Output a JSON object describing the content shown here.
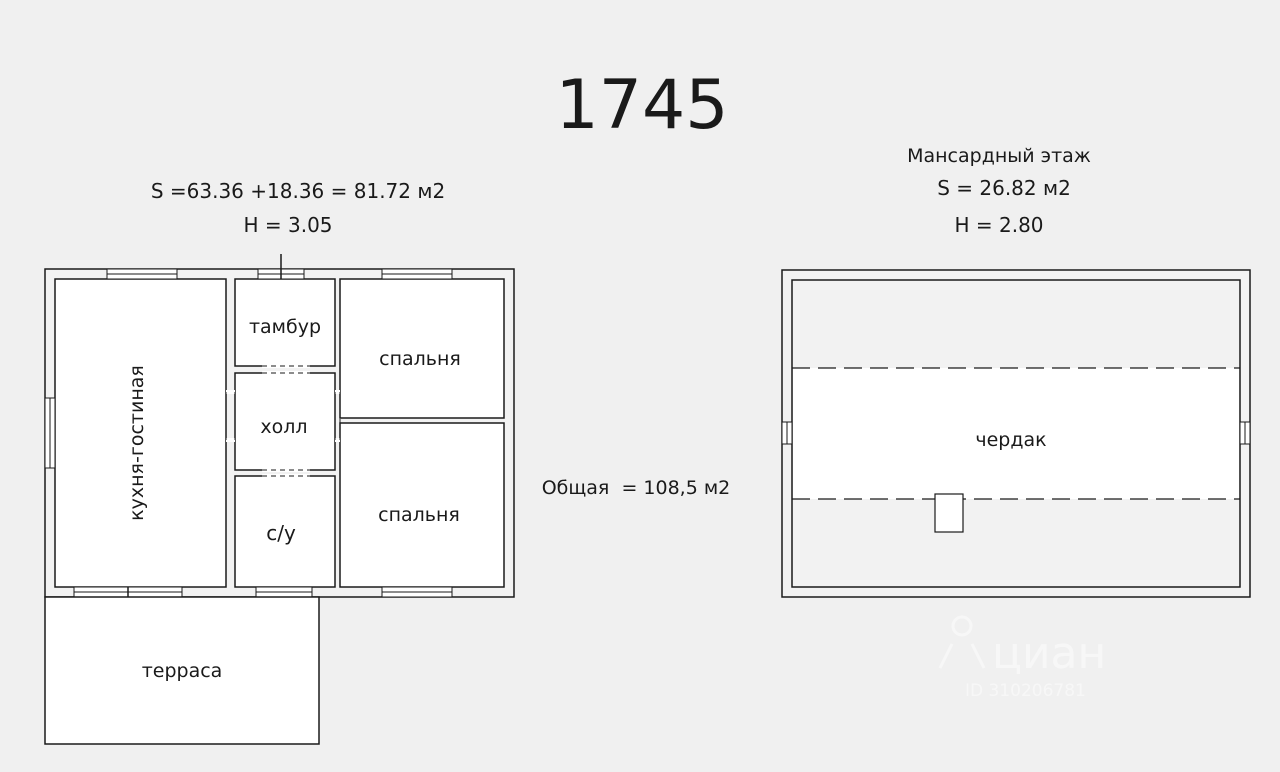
{
  "title": "1745",
  "ground_floor": {
    "area": "S =63.36 +18.36 = 81.72 м2",
    "height": "H = 3.05",
    "rooms": {
      "living": "кухня-гостиная",
      "vestibule": "тамбур",
      "hall": "холл",
      "bathroom": "с/у",
      "bedroom_1": "спальня",
      "bedroom_2": "спальня",
      "terrace": "терраса"
    }
  },
  "total": "Общая  = 108,5 м2",
  "attic_floor": {
    "name": "Мансардный этаж",
    "area": "S = 26.82 м2",
    "height": "H = 2.80",
    "rooms": {
      "attic": "чердак"
    }
  },
  "watermark": {
    "brand": "циан",
    "id": "ID 310206781"
  },
  "colors": {
    "background": "#f0f0f0",
    "line": "#1a1a1a",
    "fill": "#ffffff"
  }
}
